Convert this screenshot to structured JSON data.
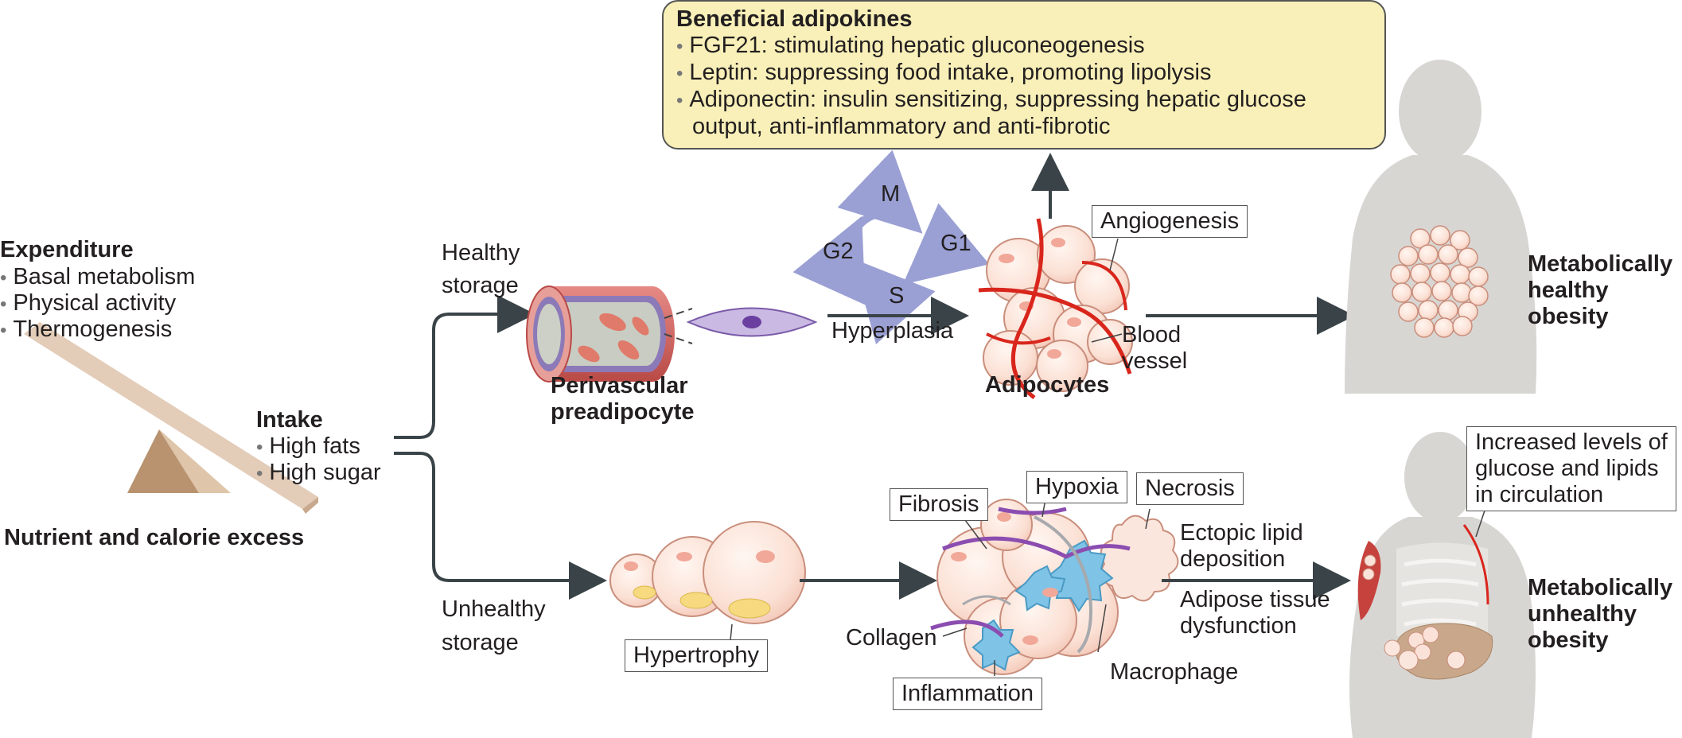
{
  "balance": {
    "expenditure_title": "Expenditure",
    "expenditure_items": [
      "Basal metabolism",
      "Physical activity",
      "Thermogenesis"
    ],
    "intake_title": "Intake",
    "intake_items": [
      "High fats",
      "High sugar"
    ],
    "caption": "Nutrient and calorie excess"
  },
  "healthy": {
    "storage_line1": "Healthy",
    "storage_line2": "storage",
    "preadipocyte_line1": "Perivascular",
    "preadipocyte_line2": "preadipocyte",
    "cycle": {
      "m": "M",
      "g1": "G1",
      "g2": "G2",
      "s": "S"
    },
    "hyperplasia": "Hyperplasia",
    "angiogenesis": "Angiogenesis",
    "blood_vessel_line1": "Blood",
    "blood_vessel_line2": "vessel",
    "adipocytes": "Adipocytes",
    "outcome": [
      "Metabolically",
      "healthy",
      "obesity"
    ]
  },
  "adipokines": {
    "title": "Beneficial adipokines",
    "items": [
      "FGF21: stimulating hepatic gluconeogenesis",
      "Leptin: suppressing food intake, promoting lipolysis",
      "Adiponectin: insulin sensitizing, suppressing hepatic glucose"
    ],
    "item3_cont": "output, anti-inflammatory and anti-fibrotic"
  },
  "unhealthy": {
    "storage_line1": "Unhealthy",
    "storage_line2": "storage",
    "hypertrophy": "Hypertrophy",
    "fibrosis": "Fibrosis",
    "hypoxia": "Hypoxia",
    "necrosis": "Necrosis",
    "collagen": "Collagen",
    "inflammation": "Inflammation",
    "macrophage": "Macrophage",
    "ectopic_line1": "Ectopic lipid",
    "ectopic_line2": "deposition",
    "dysfunction_line1": "Adipose tissue",
    "dysfunction_line2": "dysfunction",
    "circulation": [
      "Increased levels of",
      "glucose and lipids",
      "in circulation"
    ],
    "outcome": [
      "Metabolically",
      "unhealthy",
      "obesity"
    ]
  },
  "colors": {
    "adipokine_box": "#f8f0b8",
    "arrow": "#3a4448",
    "vessel": "#d9261c",
    "cell": "#fbe2d8",
    "macrophage": "#7fc3e6",
    "collagen": "#8b4db0",
    "body": "#d8d6d3"
  }
}
